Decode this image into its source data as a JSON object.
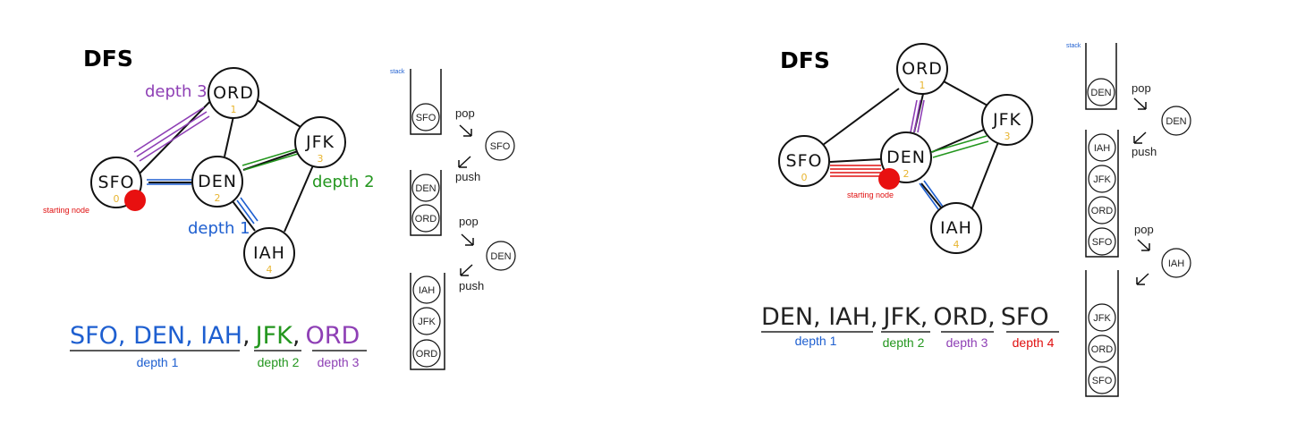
{
  "colors": {
    "depth1": "#1e5fd0",
    "depth2": "#23961e",
    "depth3": "#8e3fb5",
    "depth4": "#e01010",
    "node_number": "#e8b530",
    "start_marker": "#e81010"
  },
  "left": {
    "title": "DFS",
    "starting_node_label": "starting node",
    "stack_label": "stack",
    "nodes": [
      {
        "name": "SFO",
        "num": "0"
      },
      {
        "name": "ORD",
        "num": "1"
      },
      {
        "name": "DEN",
        "num": "2"
      },
      {
        "name": "JFK",
        "num": "3"
      },
      {
        "name": "IAH",
        "num": "4"
      }
    ],
    "edge_labels": {
      "depth1": "depth 1",
      "depth2": "depth 2",
      "depth3": "depth 3"
    },
    "stack_steps": [
      {
        "stack": [
          "SFO"
        ],
        "op1": "pop",
        "popped": "SFO",
        "op2": "push"
      },
      {
        "stack": [
          "DEN",
          "ORD"
        ],
        "op1": "pop",
        "popped": "DEN",
        "op2": "push"
      },
      {
        "stack": [
          "IAH",
          "JFK",
          "ORD"
        ]
      }
    ],
    "order": {
      "g1": "SFO, DEN, IAH",
      "comma1": ",",
      "g2": "JFK",
      "comma2": ",",
      "g3": "ORD",
      "labels": [
        "depth 1",
        "depth 2",
        "depth 3"
      ]
    }
  },
  "right": {
    "title": "DFS",
    "starting_node_label": "starting node",
    "stack_label": "stack",
    "nodes": [
      {
        "name": "ORD",
        "num": "1"
      },
      {
        "name": "JFK",
        "num": "3"
      },
      {
        "name": "SFO",
        "num": "0"
      },
      {
        "name": "DEN",
        "num": "2"
      },
      {
        "name": "IAH",
        "num": "4"
      }
    ],
    "stack_steps": [
      {
        "stack": [
          "DEN"
        ],
        "op1": "pop",
        "popped": "DEN"
      },
      {
        "stack": [
          "IAH",
          "JFK",
          "ORD",
          "SFO"
        ],
        "op2": "push",
        "op1": "pop",
        "popped": "IAH"
      },
      {
        "stack": [
          "JFK",
          "ORD",
          "SFO"
        ]
      }
    ],
    "order": {
      "g1": "DEN, IAH",
      "comma1": ",",
      "g2": "JFK",
      "comma2": ",",
      "g3": "ORD",
      "comma3": ",",
      "g4": "SFO",
      "labels": [
        "depth 1",
        "depth 2",
        "depth 3",
        "depth 4"
      ]
    }
  }
}
